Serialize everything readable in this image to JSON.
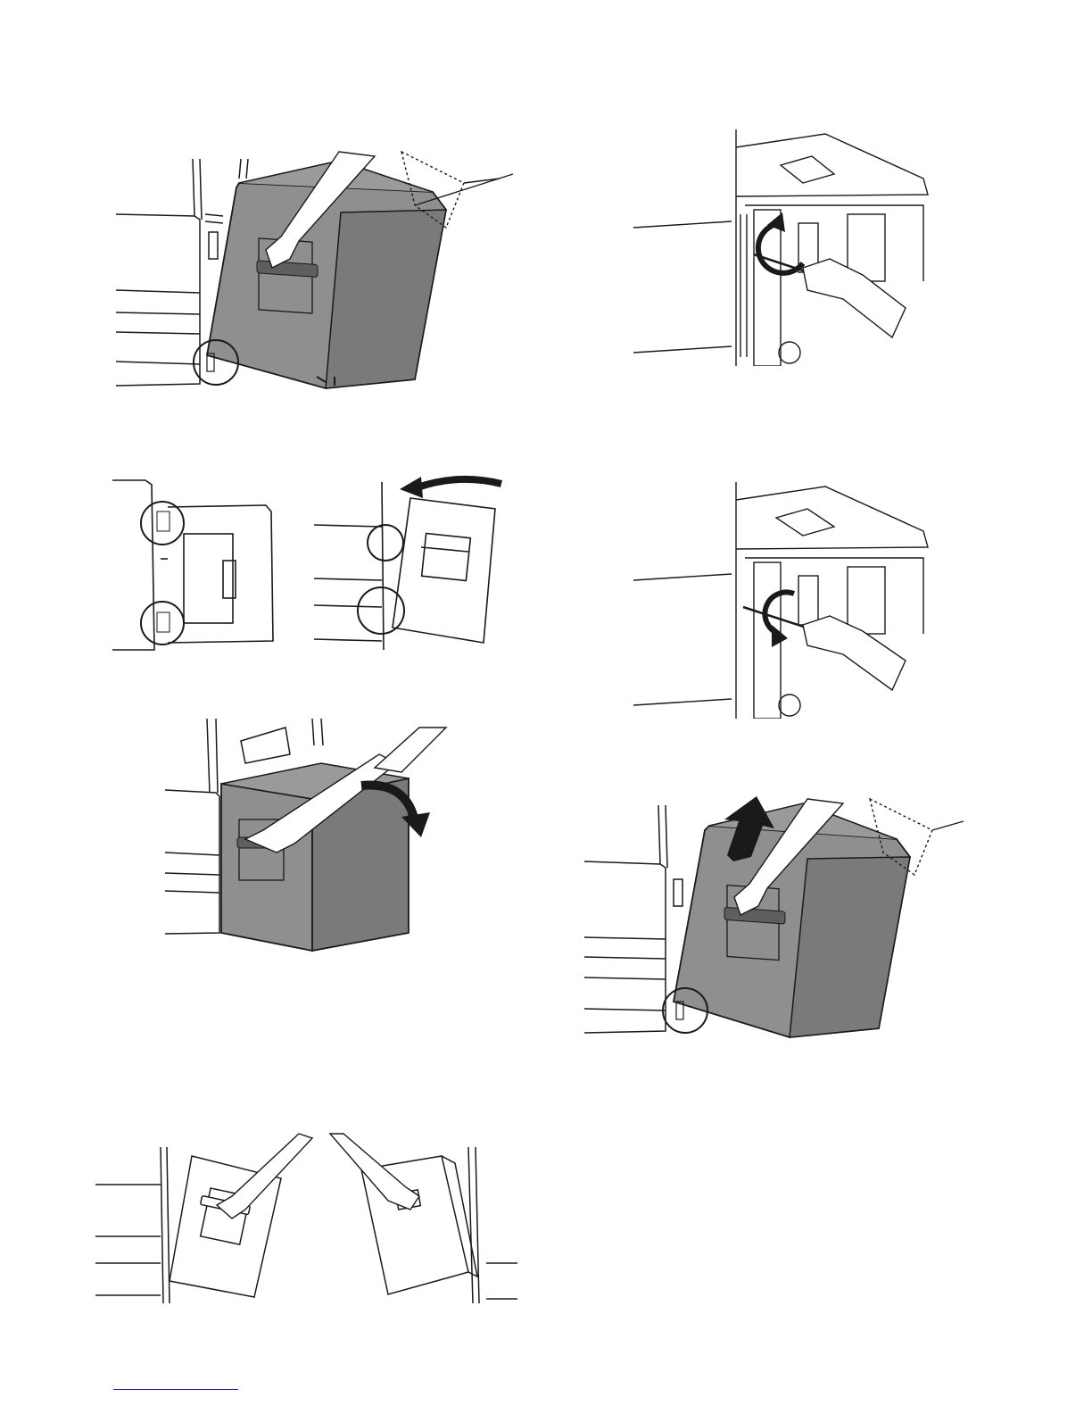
{
  "page": {
    "type": "service manual illustration page",
    "colors": {
      "ink": "#1a1a1a",
      "unit_fill": "#8f8f8f",
      "unit_fill_dark": "#6f6f6f",
      "paper": "#ffffff",
      "footer_rule": "#1a1aa0"
    }
  },
  "figures": [
    {
      "name": "unit-tilted-with-hand",
      "icons": [
        "hand-icon",
        "detail-circle-icon"
      ]
    },
    {
      "name": "rotate-screw-ccw",
      "icons": [
        "screwdriver-icon",
        "rotate-ccw-arrow-icon",
        "hand-icon"
      ]
    },
    {
      "name": "hinge-detail-closed",
      "icons": [
        "detail-circle-icon"
      ]
    },
    {
      "name": "hinge-detail-tilted",
      "icons": [
        "curved-arrow-icon",
        "detail-circle-icon"
      ]
    },
    {
      "name": "rotate-screw-cw",
      "icons": [
        "screwdriver-icon",
        "rotate-cw-arrow-icon",
        "hand-icon"
      ]
    },
    {
      "name": "unit-closing",
      "icons": [
        "hand-icon",
        "curved-arrow-icon"
      ]
    },
    {
      "name": "unit-lift-up",
      "icons": [
        "hand-icon",
        "up-arrow-icon",
        "detail-circle-icon"
      ]
    },
    {
      "name": "unit-removal-two-views",
      "icons": [
        "hand-icon"
      ]
    }
  ]
}
